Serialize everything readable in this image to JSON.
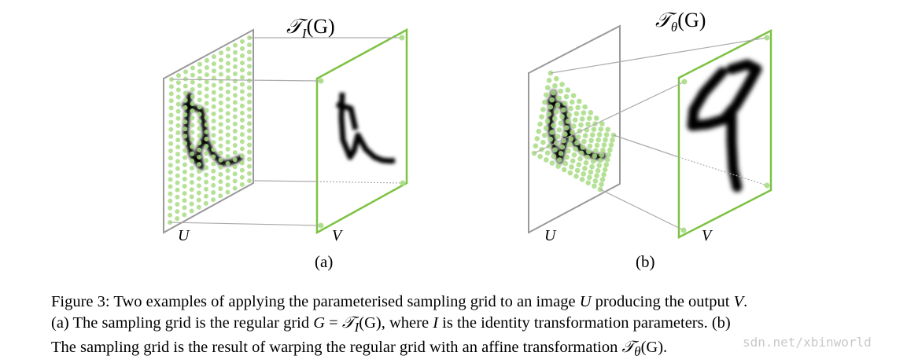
{
  "figure": {
    "panel_a": {
      "transform_label_main": "𝒯",
      "transform_label_sub": "I",
      "transform_label_arg": "(G)",
      "input_label": "U",
      "output_label": "V",
      "sublabel": "(a)"
    },
    "panel_b": {
      "transform_label_main": "𝒯",
      "transform_label_sub": "θ",
      "transform_label_arg": "(G)",
      "input_label": "U",
      "output_label": "V",
      "sublabel": "(b)"
    },
    "colors": {
      "grid_dot": "#a8dc84",
      "output_frame": "#7dc242",
      "input_frame": "#999999"
    }
  },
  "caption": {
    "line1_a": "Figure 3: Two examples of applying the parameterised sampling grid to an image ",
    "line1_U": "U",
    "line1_b": " producing the output ",
    "line1_V": "V",
    "line1_c": ".",
    "line2_a": "(a) The sampling grid is the regular grid ",
    "line2_G": "G",
    "line2_eq": " = ",
    "line2_T": "𝒯",
    "line2_Tsub": "I",
    "line2_arg": "(G)",
    "line2_b": ", where ",
    "line2_I": "I",
    "line2_c": " is the identity transformation parameters.  (b)",
    "line3_a": "The sampling grid is the result of warping the regular grid with an affine transformation ",
    "line3_T": "𝒯",
    "line3_Tsub": "θ",
    "line3_arg": "(G)",
    "line3_b": "."
  },
  "watermark": "sdn.net/xbinworld"
}
